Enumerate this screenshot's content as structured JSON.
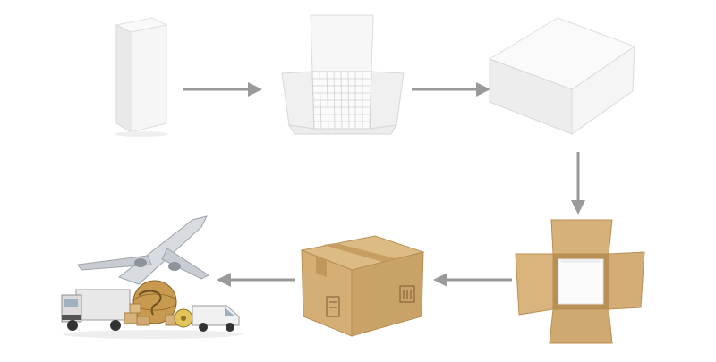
{
  "diagram": {
    "steps": [
      {
        "id": "single-box",
        "icon": "white-vial-box-icon"
      },
      {
        "id": "open-tray",
        "icon": "open-box-with-grid-tray-icon"
      },
      {
        "id": "white-master-box",
        "icon": "white-master-carton-icon"
      },
      {
        "id": "open-shipping-carton",
        "icon": "open-cardboard-carton-icon"
      },
      {
        "id": "sealed-carton",
        "icon": "sealed-cardboard-carton-icon"
      },
      {
        "id": "logistics",
        "icon": "plane-truck-globe-logistics-icon"
      }
    ],
    "colors": {
      "arrow": "#9a9a9a",
      "white_box": "#f4f4f4",
      "white_box_shade": "#dcdcdc",
      "cardboard": "#d6b27a",
      "cardboard_dark": "#b88f55",
      "tape": "#c69d62"
    }
  }
}
